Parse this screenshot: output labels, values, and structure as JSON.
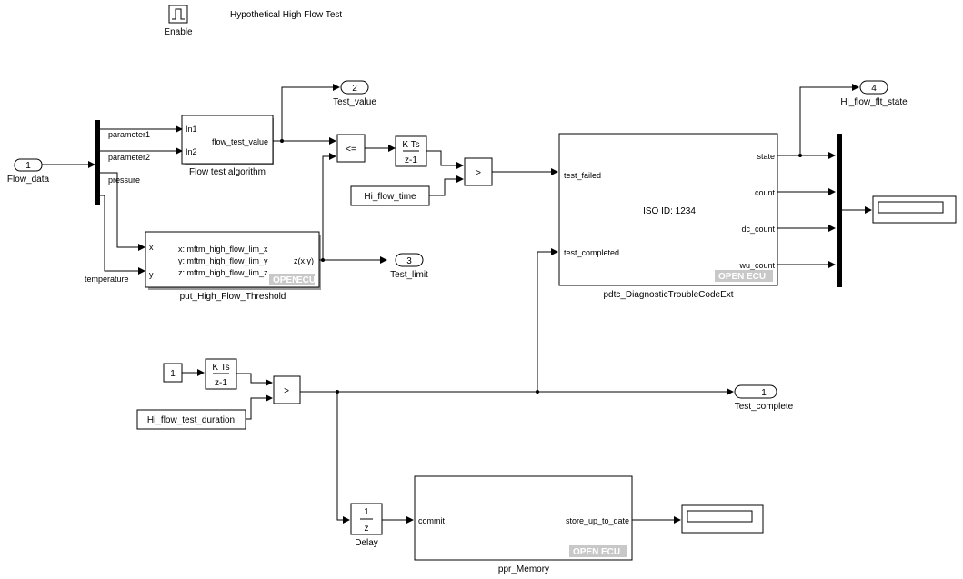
{
  "title": "Hypothetical High Flow Test",
  "enable": {
    "label": "Enable"
  },
  "inports": [
    {
      "number": "1",
      "label": "Flow_data"
    }
  ],
  "outports": [
    {
      "number": "1",
      "label": "Test_complete"
    },
    {
      "number": "2",
      "label": "Test_value"
    },
    {
      "number": "3",
      "label": "Test_limit"
    },
    {
      "number": "4",
      "label": "Hi_flow_flt_state"
    }
  ],
  "bus_selector": {
    "signals": [
      "parameter1",
      "parameter2",
      "pressure",
      "temperature"
    ]
  },
  "flow_test_algorithm": {
    "name": "Flow test algorithm",
    "inputs": [
      "In1",
      "In2"
    ],
    "output": "flow_test_value"
  },
  "threshold": {
    "name": "put_High_Flow_Threshold",
    "inputs": [
      "x",
      "y"
    ],
    "lines": [
      "x: mftm_high_flow_lim_x",
      "y: mftm_high_flow_lim_y",
      "z: mftm_high_flow_lim_z"
    ],
    "output": "z(x,y)"
  },
  "relational_op": "<=",
  "gt_op_1": ">",
  "gt_op_2": ">",
  "discrete_integrator_1": {
    "num": "K Ts",
    "den": "z-1"
  },
  "discrete_integrator_2": {
    "num": "K Ts",
    "den": "z-1"
  },
  "constant_1": "1",
  "hi_flow_time": "Hi_flow_time",
  "hi_flow_test_duration": "Hi_flow_test_duration",
  "dtc": {
    "name": "pdtc_DiagnosticTroubleCodeExt",
    "center_text": "ISO ID: 1234",
    "inputs": [
      "test_failed",
      "test_completed"
    ],
    "outputs": [
      "state",
      "count",
      "dc_count",
      "wu_count"
    ]
  },
  "delay": {
    "num": "1",
    "den": "z",
    "label": "Delay"
  },
  "memory": {
    "name": "ppr_Memory",
    "input": "commit",
    "output": "store_up_to_date"
  },
  "watermark": {
    "open": "OPEN",
    "ecu": "ECU"
  }
}
